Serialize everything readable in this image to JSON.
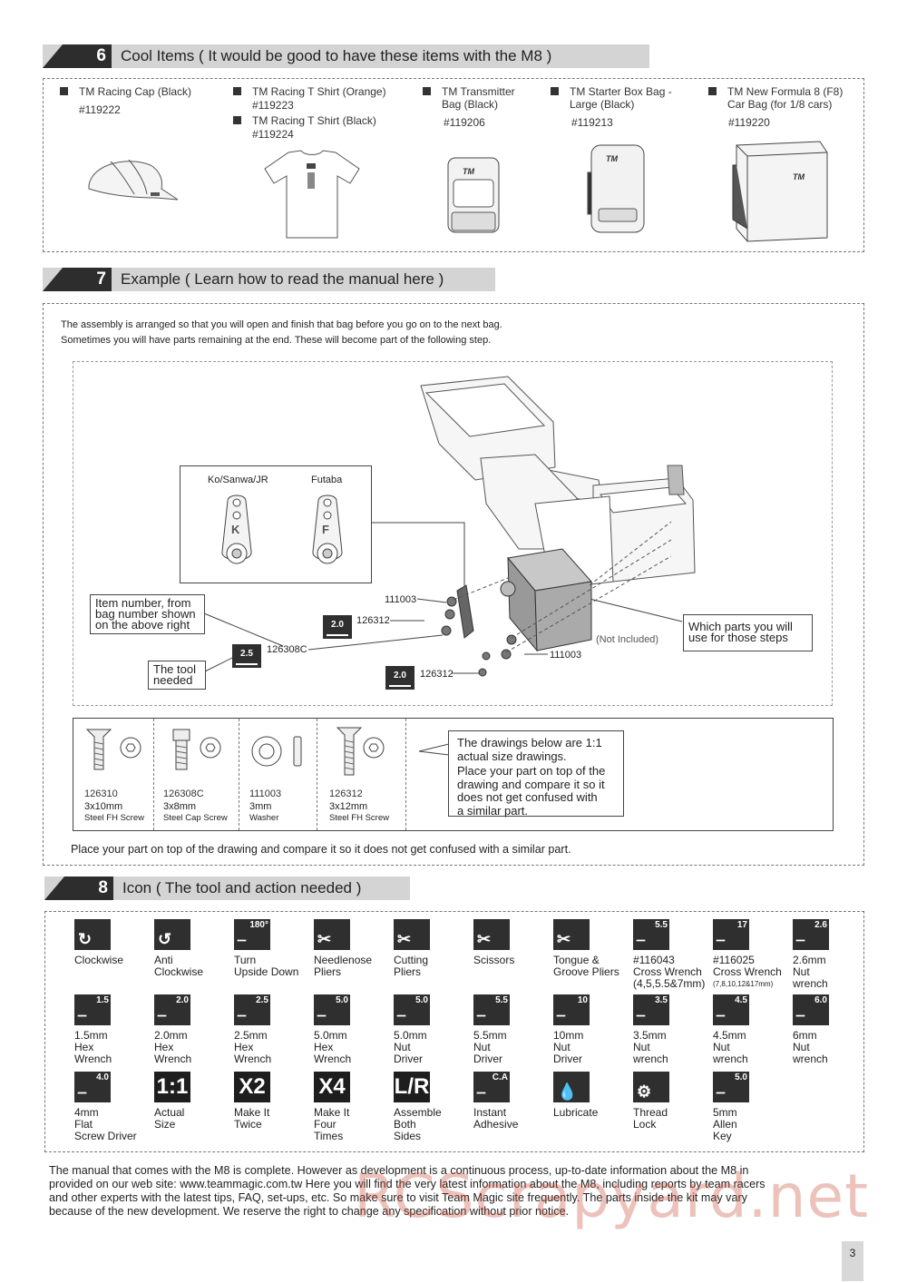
{
  "section6": {
    "number": "6",
    "title": "Cool Items ( It would be good to have these items with the M8 )",
    "items": [
      {
        "name": "TM Racing Cap (Black)",
        "code": "#119222"
      },
      {
        "name": "TM Racing T Shirt (Orange)",
        "code": "#119223"
      },
      {
        "name": "TM Racing T Shirt (Black)",
        "code": "#119224"
      },
      {
        "name_line1": "TM Transmitter",
        "name_line2": "Bag (Black)",
        "code": "#119206"
      },
      {
        "name_line1": "TM Starter Box Bag -",
        "name_line2": "Large (Black)",
        "code": "#119213"
      },
      {
        "name_line1": "TM New Formula 8 (F8)",
        "name_line2": "Car Bag (for 1/8 cars)",
        "code": "#119220"
      }
    ]
  },
  "section7": {
    "number": "7",
    "title": "Example ( Learn how to read the manual here )",
    "intro_line1": "The assembly is arranged so that you will open and finish that bag before you go on to the next bag.",
    "intro_line2": "Sometimes you will have parts remaining at the end.  These will become part of the following step.",
    "servo_horns": {
      "left": "Ko/Sanwa/JR",
      "right": "Futaba",
      "left_letter": "K",
      "right_letter": "F"
    },
    "callout_item": [
      "Item number, from",
      "bag number shown",
      "on the above right"
    ],
    "callout_tool": [
      "The tool",
      "needed"
    ],
    "callout_parts": [
      "Which parts you will",
      "use for those steps"
    ],
    "not_included": "(Not Included)",
    "part_labels": {
      "p1": "111003",
      "p2": "126312",
      "p3": "126308C",
      "p4": "111003",
      "p5": "126312"
    },
    "tags": {
      "t1": "2.0",
      "t2": "2.5",
      "t3": "2.0"
    },
    "hardware": [
      {
        "num": "126310",
        "size": "3x10mm",
        "desc": "Steel FH Screw"
      },
      {
        "num": "126308C",
        "size": "3x8mm",
        "desc": "Steel Cap Screw"
      },
      {
        "num": "111003",
        "size": "3mm",
        "desc": "Washer"
      },
      {
        "num": "126312",
        "size": "3x12mm",
        "desc": "Steel FH Screw"
      }
    ],
    "actual_size_note": [
      "The drawings below are 1:1",
      "actual size drawings.",
      "Place your part on top of the",
      "drawing and compare it so it",
      "does not get confused with",
      "a similar part."
    ],
    "bottom_note": "Place your part on top of the drawing and compare it so it does not get confused with a similar part."
  },
  "section8": {
    "number": "8",
    "title": "Icon ( The tool and action needed )",
    "icons": [
      {
        "badge": "",
        "icon": "clockwise-icon",
        "label": [
          "Clockwise"
        ]
      },
      {
        "badge": "",
        "icon": "anticlockwise-icon",
        "label": [
          "Anti",
          "Clockwise"
        ]
      },
      {
        "badge": "180°",
        "icon": "turn-upside-down-icon",
        "label": [
          "Turn",
          "Upside Down"
        ]
      },
      {
        "badge": "",
        "icon": "needlenose-pliers-icon",
        "label": [
          "Needlenose",
          "Pliers"
        ]
      },
      {
        "badge": "",
        "icon": "cutting-pliers-icon",
        "label": [
          "Cutting",
          "Pliers"
        ]
      },
      {
        "badge": "",
        "icon": "scissors-icon",
        "label": [
          "Scissors"
        ]
      },
      {
        "badge": "",
        "icon": "tongue-groove-pliers-icon",
        "label": [
          "Tongue &",
          "Groove Pliers"
        ]
      },
      {
        "badge": "5.5",
        "icon": "cross-wrench-icon",
        "label": [
          "#116043",
          "Cross Wrench",
          "(4,5,5.5&7mm)"
        ]
      },
      {
        "badge": "17",
        "icon": "cross-wrench-icon",
        "label": [
          "#116025",
          "Cross Wrench",
          "(7,8,10,12&17mm)"
        ]
      },
      {
        "badge": "2.6",
        "icon": "nut-wrench-icon",
        "label": [
          "2.6mm",
          "Nut",
          "wrench"
        ]
      },
      {
        "badge": "1.5",
        "icon": "hex-wrench-icon",
        "label": [
          "1.5mm",
          "Hex",
          "Wrench"
        ]
      },
      {
        "badge": "2.0",
        "icon": "hex-wrench-icon",
        "label": [
          "2.0mm",
          "Hex",
          "Wrench"
        ]
      },
      {
        "badge": "2.5",
        "icon": "hex-wrench-icon",
        "label": [
          "2.5mm",
          "Hex",
          "Wrench"
        ]
      },
      {
        "badge": "5.0",
        "icon": "hex-wrench-icon",
        "label": [
          "5.0mm",
          "Hex",
          "Wrench"
        ]
      },
      {
        "badge": "5.0",
        "icon": "nut-driver-icon",
        "label": [
          "5.0mm",
          "Nut",
          "Driver"
        ]
      },
      {
        "badge": "5.5",
        "icon": "nut-driver-icon",
        "label": [
          "5.5mm",
          "Nut",
          "Driver"
        ]
      },
      {
        "badge": "10",
        "icon": "nut-driver-icon",
        "label": [
          "10mm",
          "Nut",
          "Driver"
        ]
      },
      {
        "badge": "3.5",
        "icon": "nut-wrench-icon",
        "label": [
          "3.5mm",
          "Nut",
          "wrench"
        ]
      },
      {
        "badge": "4.5",
        "icon": "nut-wrench-icon",
        "label": [
          "4.5mm",
          "Nut",
          "wrench"
        ]
      },
      {
        "badge": "6.0",
        "icon": "nut-wrench-icon",
        "label": [
          "6mm",
          "Nut",
          "wrench"
        ]
      },
      {
        "badge": "4.0",
        "icon": "flat-screwdriver-icon",
        "label": [
          "4mm",
          "Flat",
          "Screw Driver"
        ]
      },
      {
        "badge": "1:1",
        "icon": "actual-size-icon",
        "label": [
          "Actual",
          "Size"
        ]
      },
      {
        "badge": "X2",
        "icon": "make-twice-icon",
        "label": [
          "Make It",
          "Twice"
        ]
      },
      {
        "badge": "X4",
        "icon": "make-four-times-icon",
        "label": [
          "Make It",
          "Four",
          "Times"
        ]
      },
      {
        "badge": "L/R",
        "icon": "both-sides-icon",
        "label": [
          "Assemble",
          "Both",
          "Sides"
        ]
      },
      {
        "badge": "C.A",
        "icon": "instant-adhesive-icon",
        "label": [
          "Instant",
          "Adhesive"
        ]
      },
      {
        "badge": "",
        "icon": "lubricate-icon",
        "label": [
          "Lubricate"
        ]
      },
      {
        "badge": "",
        "icon": "thread-lock-icon",
        "label": [
          "Thread",
          "Lock"
        ]
      },
      {
        "badge": "5.0",
        "icon": "allen-key-icon",
        "label": [
          "5mm",
          "Allen",
          "Key"
        ]
      }
    ]
  },
  "footer": {
    "line1": "The manual that comes with the M8 is complete.  However as development is a continuous process, up-to-date information about the M8 in",
    "line2": "provided on our web site: www.teammagic.com.tw  Here you will find the very latest information about the M8, including reports by team racers",
    "line3": "and other experts with the latest tips, FAQ, set-ups, etc.  So make sure to visit Team Magic site frequently.  The parts inside the kit may vary",
    "line4": "because of the new development.  We reserve the right to change any specification without prior notice."
  },
  "watermark": "RCScrapyard.net",
  "page_number": "3"
}
